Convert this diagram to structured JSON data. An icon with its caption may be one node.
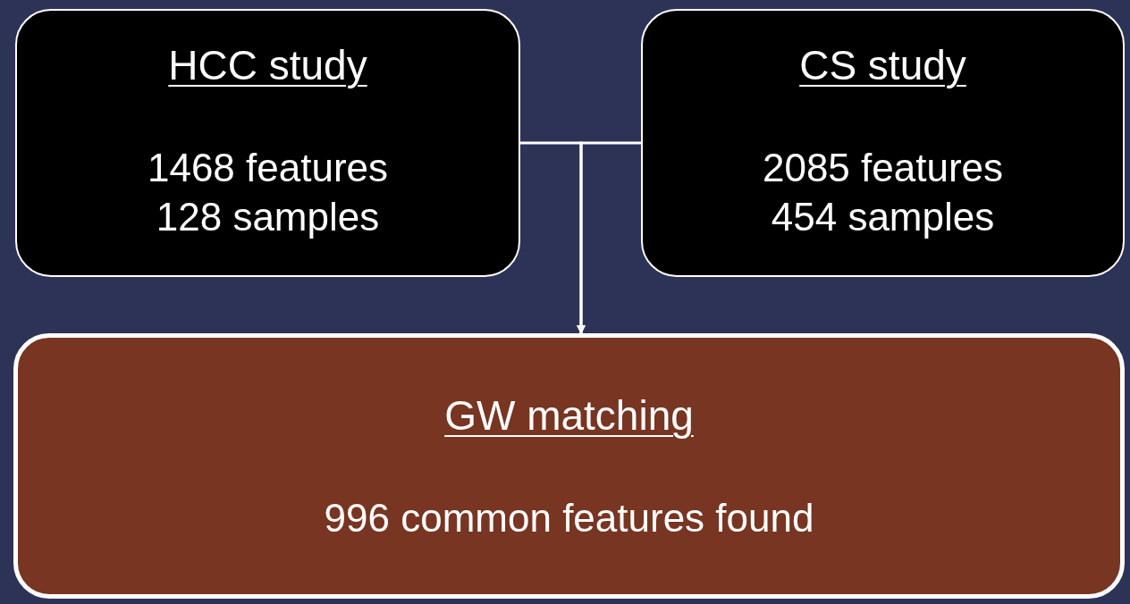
{
  "diagram": {
    "nodes": [
      {
        "text": [
          "HCC study",
          "1468 features 128 samples"
        ]
      },
      {
        "text": [
          "CS study",
          "2085 features 454 samples"
        ]
      },
      {
        "text": [
          "GW matching",
          "996 common features found"
        ]
      }
    ],
    "edges": [
      {
        "from": 0,
        "to": 2,
        "arrow": "to"
      },
      {
        "from": 1,
        "to": 2,
        "arrow": "to"
      }
    ]
  }
}
